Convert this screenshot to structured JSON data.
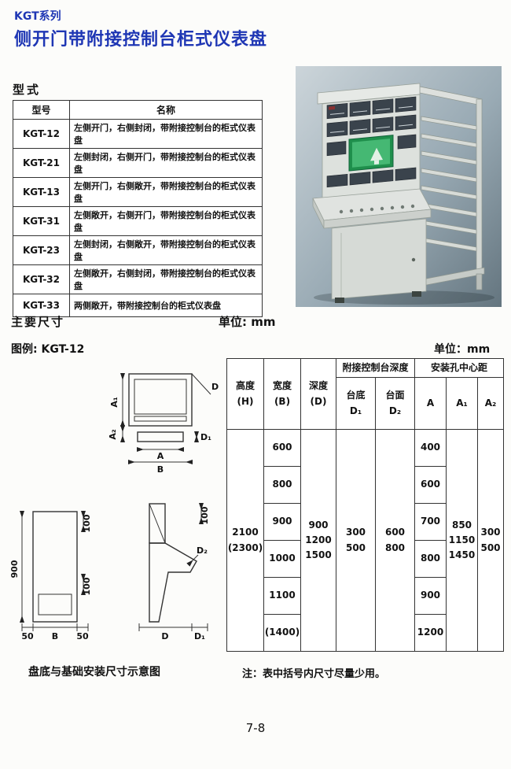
{
  "page": {
    "series": "KGT系列",
    "title": "侧开门带附接控制台柜式仪表盘",
    "page_number": "7-8"
  },
  "model_section": {
    "heading": "型式",
    "headers": {
      "model": "型号",
      "name": "名称"
    },
    "rows": [
      {
        "model": "KGT-12",
        "name": "左侧开门，右侧封闭，带附接控制台的柜式仪表盘"
      },
      {
        "model": "KGT-21",
        "name": "左侧封闭，右侧开门，带附接控制台的柜式仪表盘"
      },
      {
        "model": "KGT-13",
        "name": "左侧开门，右侧敞开，带附接控制台的柜式仪表盘"
      },
      {
        "model": "KGT-31",
        "name": "左侧敞开，右侧开门，带附接控制台的柜式仪表盘"
      },
      {
        "model": "KGT-23",
        "name": "左侧封闭，右侧敞开，带附接控制台的柜式仪表盘"
      },
      {
        "model": "KGT-32",
        "name": "左侧敞开，右侧封闭，带附接控制台的柜式仪表盘"
      },
      {
        "model": "KGT-33",
        "name": "两侧敞开，带附接控制台的柜式仪表盘"
      }
    ]
  },
  "dims": {
    "heading": "主要尺寸",
    "unit_left": "单位: mm",
    "legend": "图例: KGT-12",
    "unit_right": "单位：mm",
    "caption": "盘底与基础安装尺寸示意图",
    "note": "注：表中括号内尺寸尽量少用。"
  },
  "diagrams": {
    "top_view": {
      "a1": "A₁",
      "a2": "A₂",
      "d": "D",
      "d1": "D₁",
      "a": "A",
      "b": "B"
    },
    "front_view": {
      "h": "900",
      "top100": "100",
      "low100": "100",
      "left50": "50",
      "b": "B",
      "right50": "50"
    },
    "side_view": {
      "top100": "100",
      "d2": "D₂",
      "d": "D",
      "d1": "D₁"
    }
  },
  "dim_table": {
    "headers": {
      "height": "高度\n(H)",
      "width": "宽度\n(B)",
      "depth": "深度\n(D)",
      "console_depth": "附接控制台深度",
      "console_bottom": "台底\nD₁",
      "console_top": "台面\nD₂",
      "mount_centers": "安装孔中心距",
      "a": "A",
      "a1": "A₁",
      "a2": "A₂"
    },
    "height_value": "2100\n(2300)",
    "width_values": [
      "600",
      "800",
      "900",
      "1000",
      "1100",
      "(1400)"
    ],
    "depth_value": "900\n1200\n1500",
    "console_bottom_value": "300\n500",
    "console_top_value": "600\n800",
    "a_values": [
      "400",
      "600",
      "700",
      "800",
      "900",
      "1200"
    ],
    "a1_value": "850\n1150\n1450",
    "a2_value": "300\n500"
  }
}
